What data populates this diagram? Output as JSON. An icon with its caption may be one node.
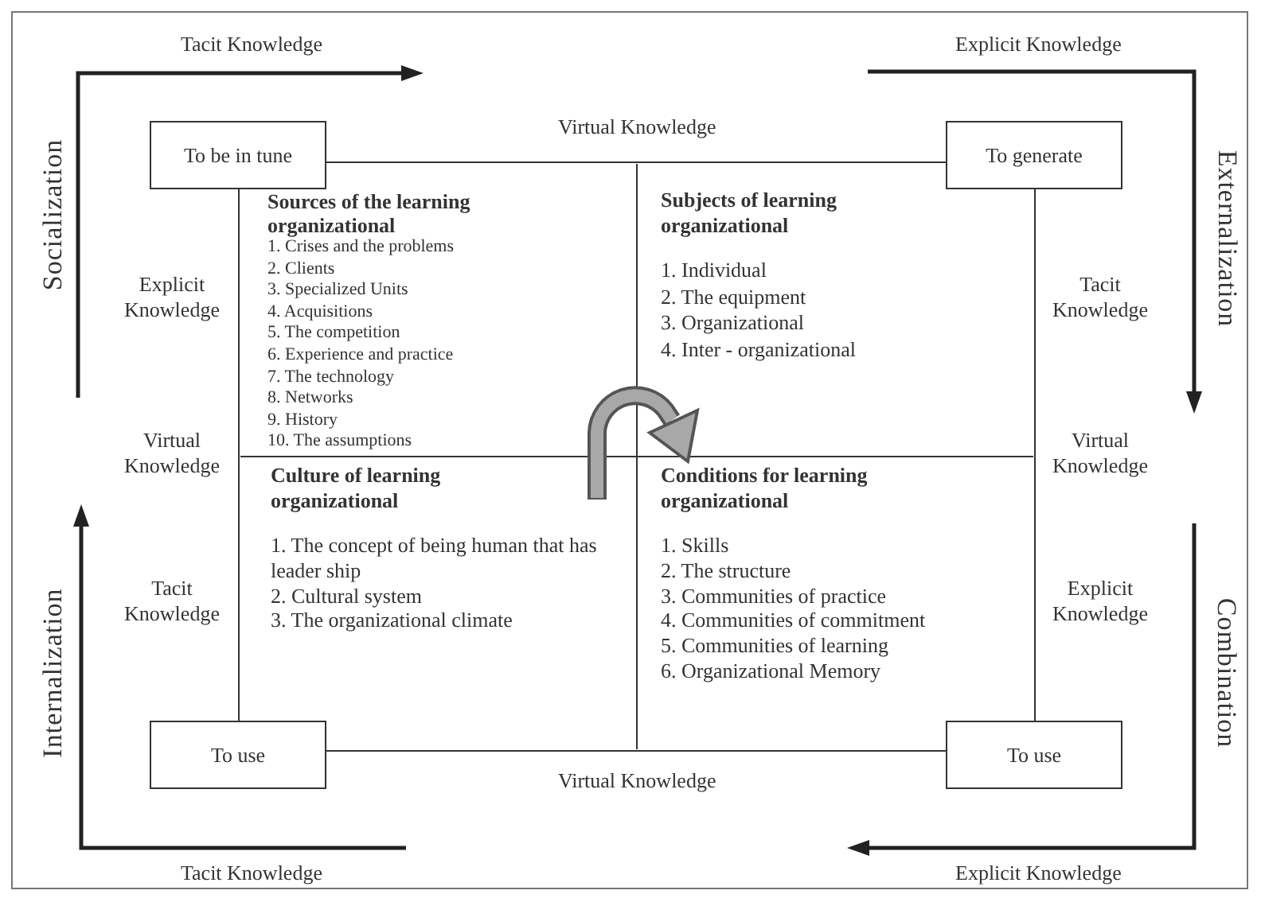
{
  "diagram": {
    "nodes": [
      {
        "text": [
          "To be in tune"
        ]
      },
      {
        "text": [
          "To generate"
        ]
      },
      {
        "text": [
          "To use"
        ]
      },
      {
        "text": [
          "To use"
        ]
      },
      {
        "text": [
          "Sources of the learning organizational",
          "1. Crises and the problems",
          "2. Clients",
          "3. Specialized Units",
          "4. Acquisitions",
          "5. The competition",
          "6. Experience and practice",
          "7. The technology",
          "8. Networks",
          "9. History",
          "10. The assumptions"
        ]
      },
      {
        "text": [
          "Subjects of learning organizational",
          "1. Individual",
          "2. The equipment",
          "3. Organizational",
          "4. Inter - organizational"
        ]
      },
      {
        "text": [
          "Culture of learning organizational",
          "1. The concept of being human that has leader ship",
          "2. Cultural system",
          "3. The organizational climate"
        ]
      },
      {
        "text": [
          "Conditions for learning organizational",
          "1. Skills",
          "2. The structure",
          "3. Communities of practice",
          "4. Communities of commitment",
          "5. Communities of learning",
          "6. Organizational Memory"
        ]
      }
    ],
    "edges": [
      {
        "from": 0,
        "to": 1,
        "arrow": "none"
      },
      {
        "from": 0,
        "to": 2,
        "arrow": "none"
      },
      {
        "from": 1,
        "to": 3,
        "arrow": "none"
      },
      {
        "from": 2,
        "to": 3,
        "arrow": "none"
      }
    ],
    "labels": [
      "Tacit Knowledge",
      "Explicit Knowledge",
      "Virtual Knowledge",
      "Socialization",
      "Externalization",
      "Explicit Knowledge",
      "Tacit Knowledge",
      "Virtual Knowledge",
      "Virtual Knowledge",
      "Internalization",
      "Combination",
      "Tacit Knowledge",
      "Explicit Knowledge",
      "Virtual Knowledge",
      "Tacit Knowledge",
      "Explicit Knowledge"
    ]
  }
}
